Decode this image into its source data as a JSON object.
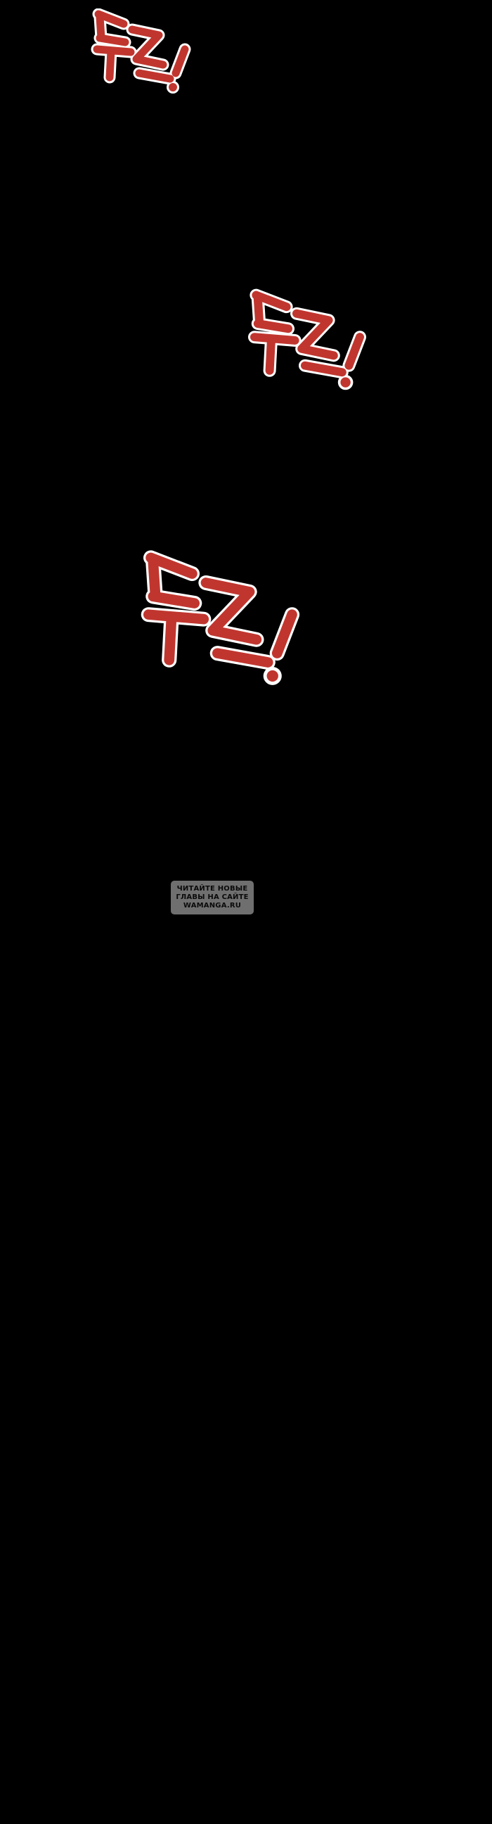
{
  "page": {
    "background": "#000000"
  },
  "sound_effects": [
    {
      "text": "ГТZ!",
      "color": "#c0362f",
      "outline": "#ffffff"
    },
    {
      "text": "ГТZ!",
      "color": "#c0362f",
      "outline": "#ffffff"
    },
    {
      "text": "ГТZ!",
      "color": "#c0362f",
      "outline": "#ffffff"
    }
  ],
  "watermark": {
    "line1": "ЧИТАЙТЕ НОВЫЕ",
    "line2": "ГЛАВЫ НА САЙТЕ",
    "line3": "WAMANGA.RU",
    "background": "#6f6f6f"
  }
}
